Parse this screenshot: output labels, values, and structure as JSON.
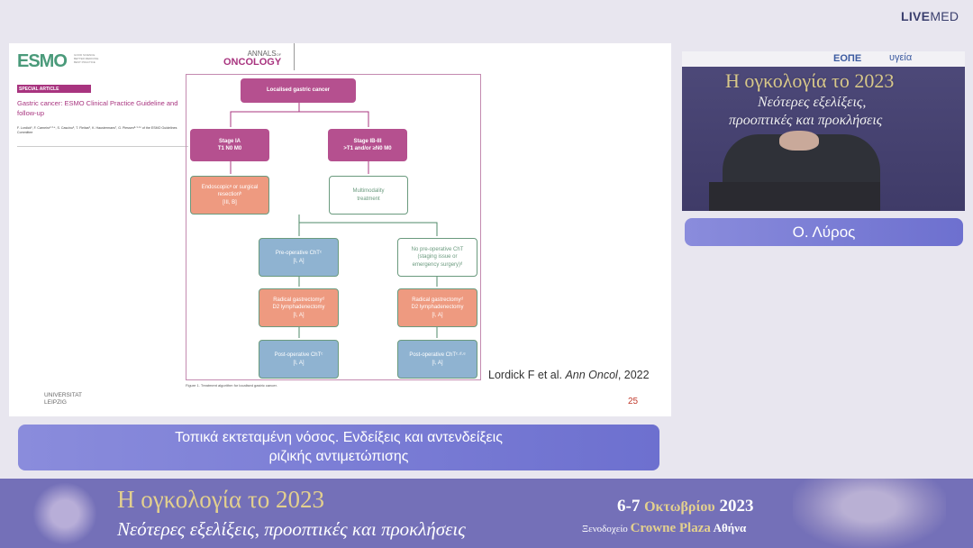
{
  "brand": {
    "live": "LIVE",
    "med": "MED"
  },
  "slide": {
    "esmo_logo": "ESMO",
    "esmo_tagline": [
      "GOOD SCIENCE",
      "BETTER MEDICINE",
      "BEST PRACTICE"
    ],
    "section_label": "SPECIAL ARTICLE",
    "article_title": "Gastric cancer: ESMO Clinical Practice Guideline and follow-up",
    "authors": "F. Lordick¹, F. Carneiro²·³·⁴, S. Cascinu⁵, T. Fleitas⁶, K. Haustermans⁷, G. Piessen⁸·⁹·¹⁰ of the ESMO Guidelines Committee",
    "journal_logo": {
      "top": "ANNALS",
      "of": "OF",
      "bottom": "ONCOLOGY"
    },
    "flowchart": {
      "root": "Localised gastric cancer",
      "stage_ia": "Stage IA\nT1 N0 M0",
      "stage_ib": "Stage IB-III\n>T1 and/or ≥N0 M0",
      "endoscopic": "Endoscopicᵃ or surgical\nresectionᵇ\n[III, B]",
      "multimodality": "Multimodality\ntreatment",
      "preop": "Pre-operative ChTᶜ\n[I, A]",
      "no_preop": "No pre-operative ChT\n(staging issue or\nemergency surgery)ᵈ",
      "radical_left": "Radical gastrectomyᵈ\nD2 lymphadenectomy\n[I, A]",
      "radical_right": "Radical gastrectomyᵈ\nD2 lymphadenectomy\n[I, A]",
      "postop_left": "Post-operative ChTᶜ\n[I, A]",
      "postop_right": "Post-operative ChTᶜ·ᵈ·ᵉ\n[I, A]"
    },
    "figure_caption": "Figure 1. Treatment algorithm for localised gastric cancer.",
    "citation_pre": "Lordick F et al. ",
    "citation_journal": "Ann Oncol",
    "citation_post": ", 2022",
    "university": [
      "UNIVERSITAT",
      "LEIPZIG"
    ],
    "page_number": "25"
  },
  "video": {
    "backdrop_line1": "Η ογκολογία το 2023",
    "backdrop_line2": "Νεότερες εξελίξεις,",
    "backdrop_line3": "προοπτικές και προκλήσεις",
    "sponsor1": "ΕΟΠΕ",
    "sponsor2": "υγεία"
  },
  "speaker_name": "Ο. Λύρος",
  "caption": {
    "line1": "Τοπικά εκτεταμένη νόσος. Ενδείξεις και αντενδείξεις",
    "line2": "ριζικής αντιμετώπισης"
  },
  "banner": {
    "title": "Η ογκολογία το 2023",
    "subtitle": "Νεότερες εξελίξεις, προοπτικές και προκλήσεις",
    "dates": "6-7",
    "month": "Οκτωβρίου",
    "year": "2023",
    "venue_pre": "Ξενοδοχείο",
    "venue": "Crowne Plaza",
    "city": "Αθήνα"
  },
  "colors": {
    "magenta": "#b5508f",
    "salmon": "#ee9a80",
    "blue": "#8fb3d1",
    "green": "#6a9a7e",
    "banner": "#7470b8"
  }
}
